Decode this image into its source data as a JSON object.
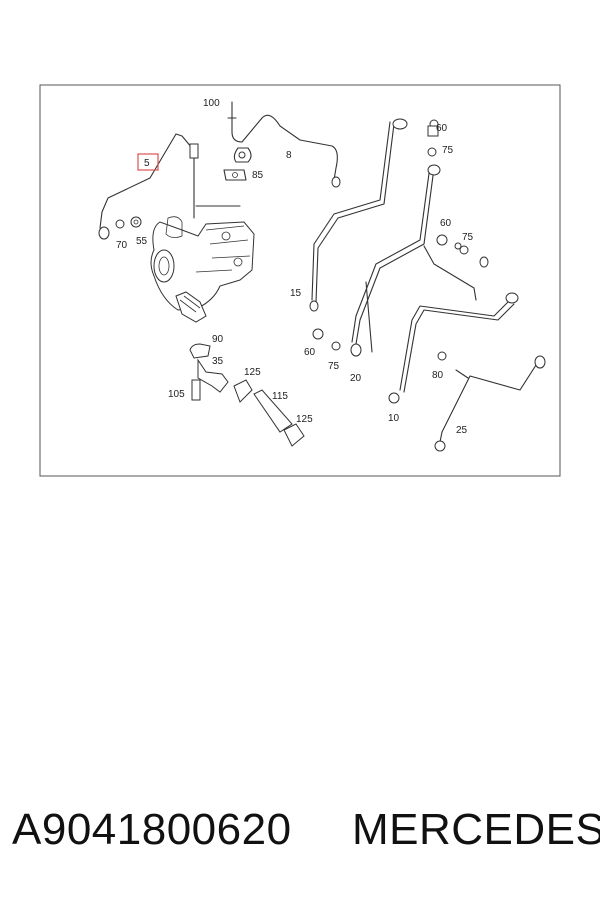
{
  "diagram": {
    "highlight_color": "#e05050",
    "callouts": {
      "c100": "100",
      "c8": "8",
      "c60a": "60",
      "c75a": "75",
      "c5": "5",
      "c85": "85",
      "c70": "70",
      "c55": "55",
      "c60b": "60",
      "c75b": "75",
      "c15": "15",
      "c90": "90",
      "c60c": "60",
      "c75c": "75",
      "c20": "20",
      "c35": "35",
      "c125a": "125",
      "c80": "80",
      "c105": "105",
      "c115": "115",
      "c10": "10",
      "c125b": "125",
      "c25": "25"
    }
  },
  "footer": {
    "part_number": "A9041800620",
    "brand": "MERCEDES"
  }
}
